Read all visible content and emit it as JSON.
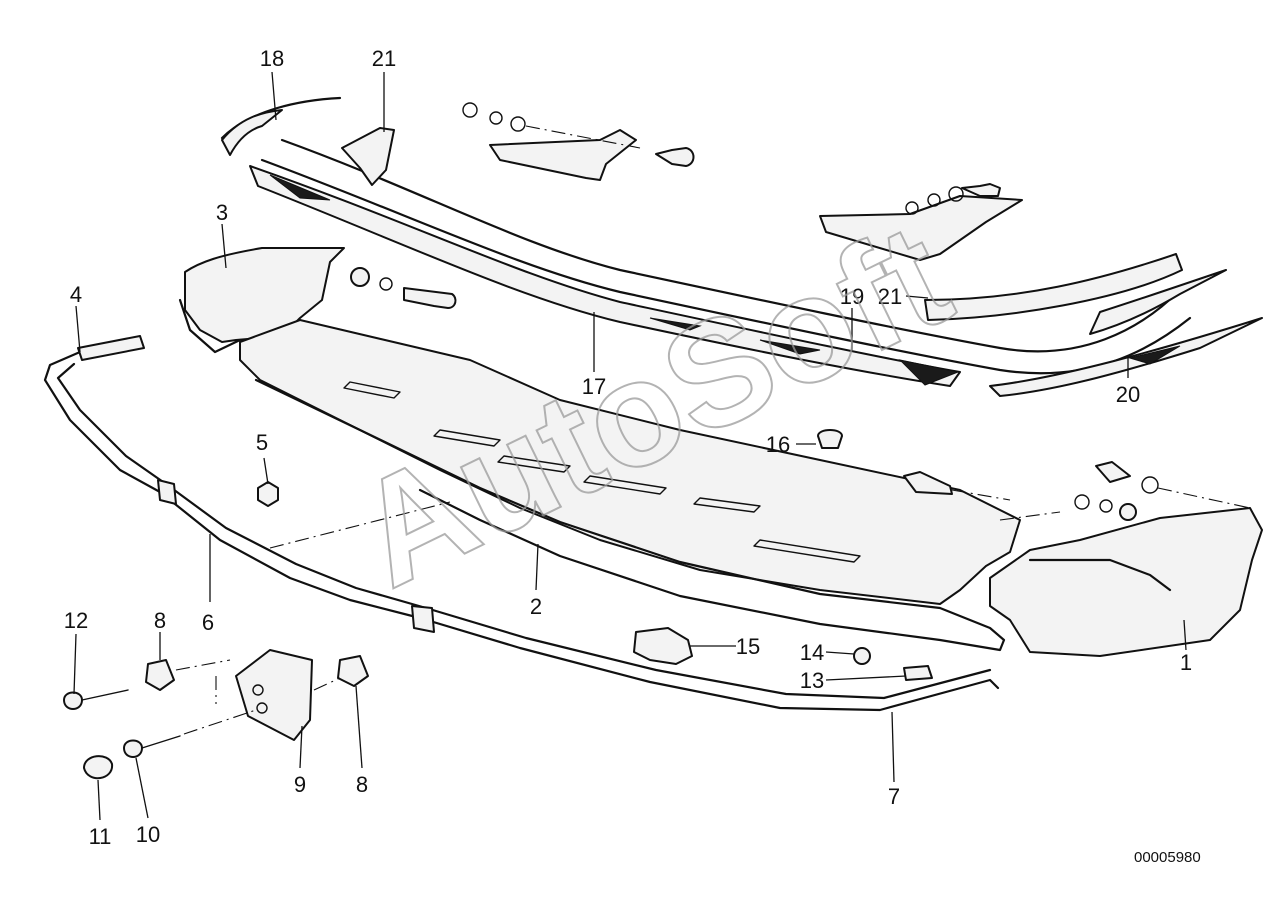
{
  "watermark": "AutoSoft",
  "diagram_id": "00005980",
  "callouts": {
    "c1": "1",
    "c2": "2",
    "c3": "3",
    "c4": "4",
    "c5": "5",
    "c6": "6",
    "c7": "7",
    "c8a": "8",
    "c8b": "8",
    "c9": "9",
    "c10": "10",
    "c11": "11",
    "c12": "12",
    "c13": "13",
    "c14": "14",
    "c15": "15",
    "c16": "16",
    "c17": "17",
    "c18": "18",
    "c19": "19",
    "c20": "20",
    "c21a": "21",
    "c21b": "21"
  }
}
